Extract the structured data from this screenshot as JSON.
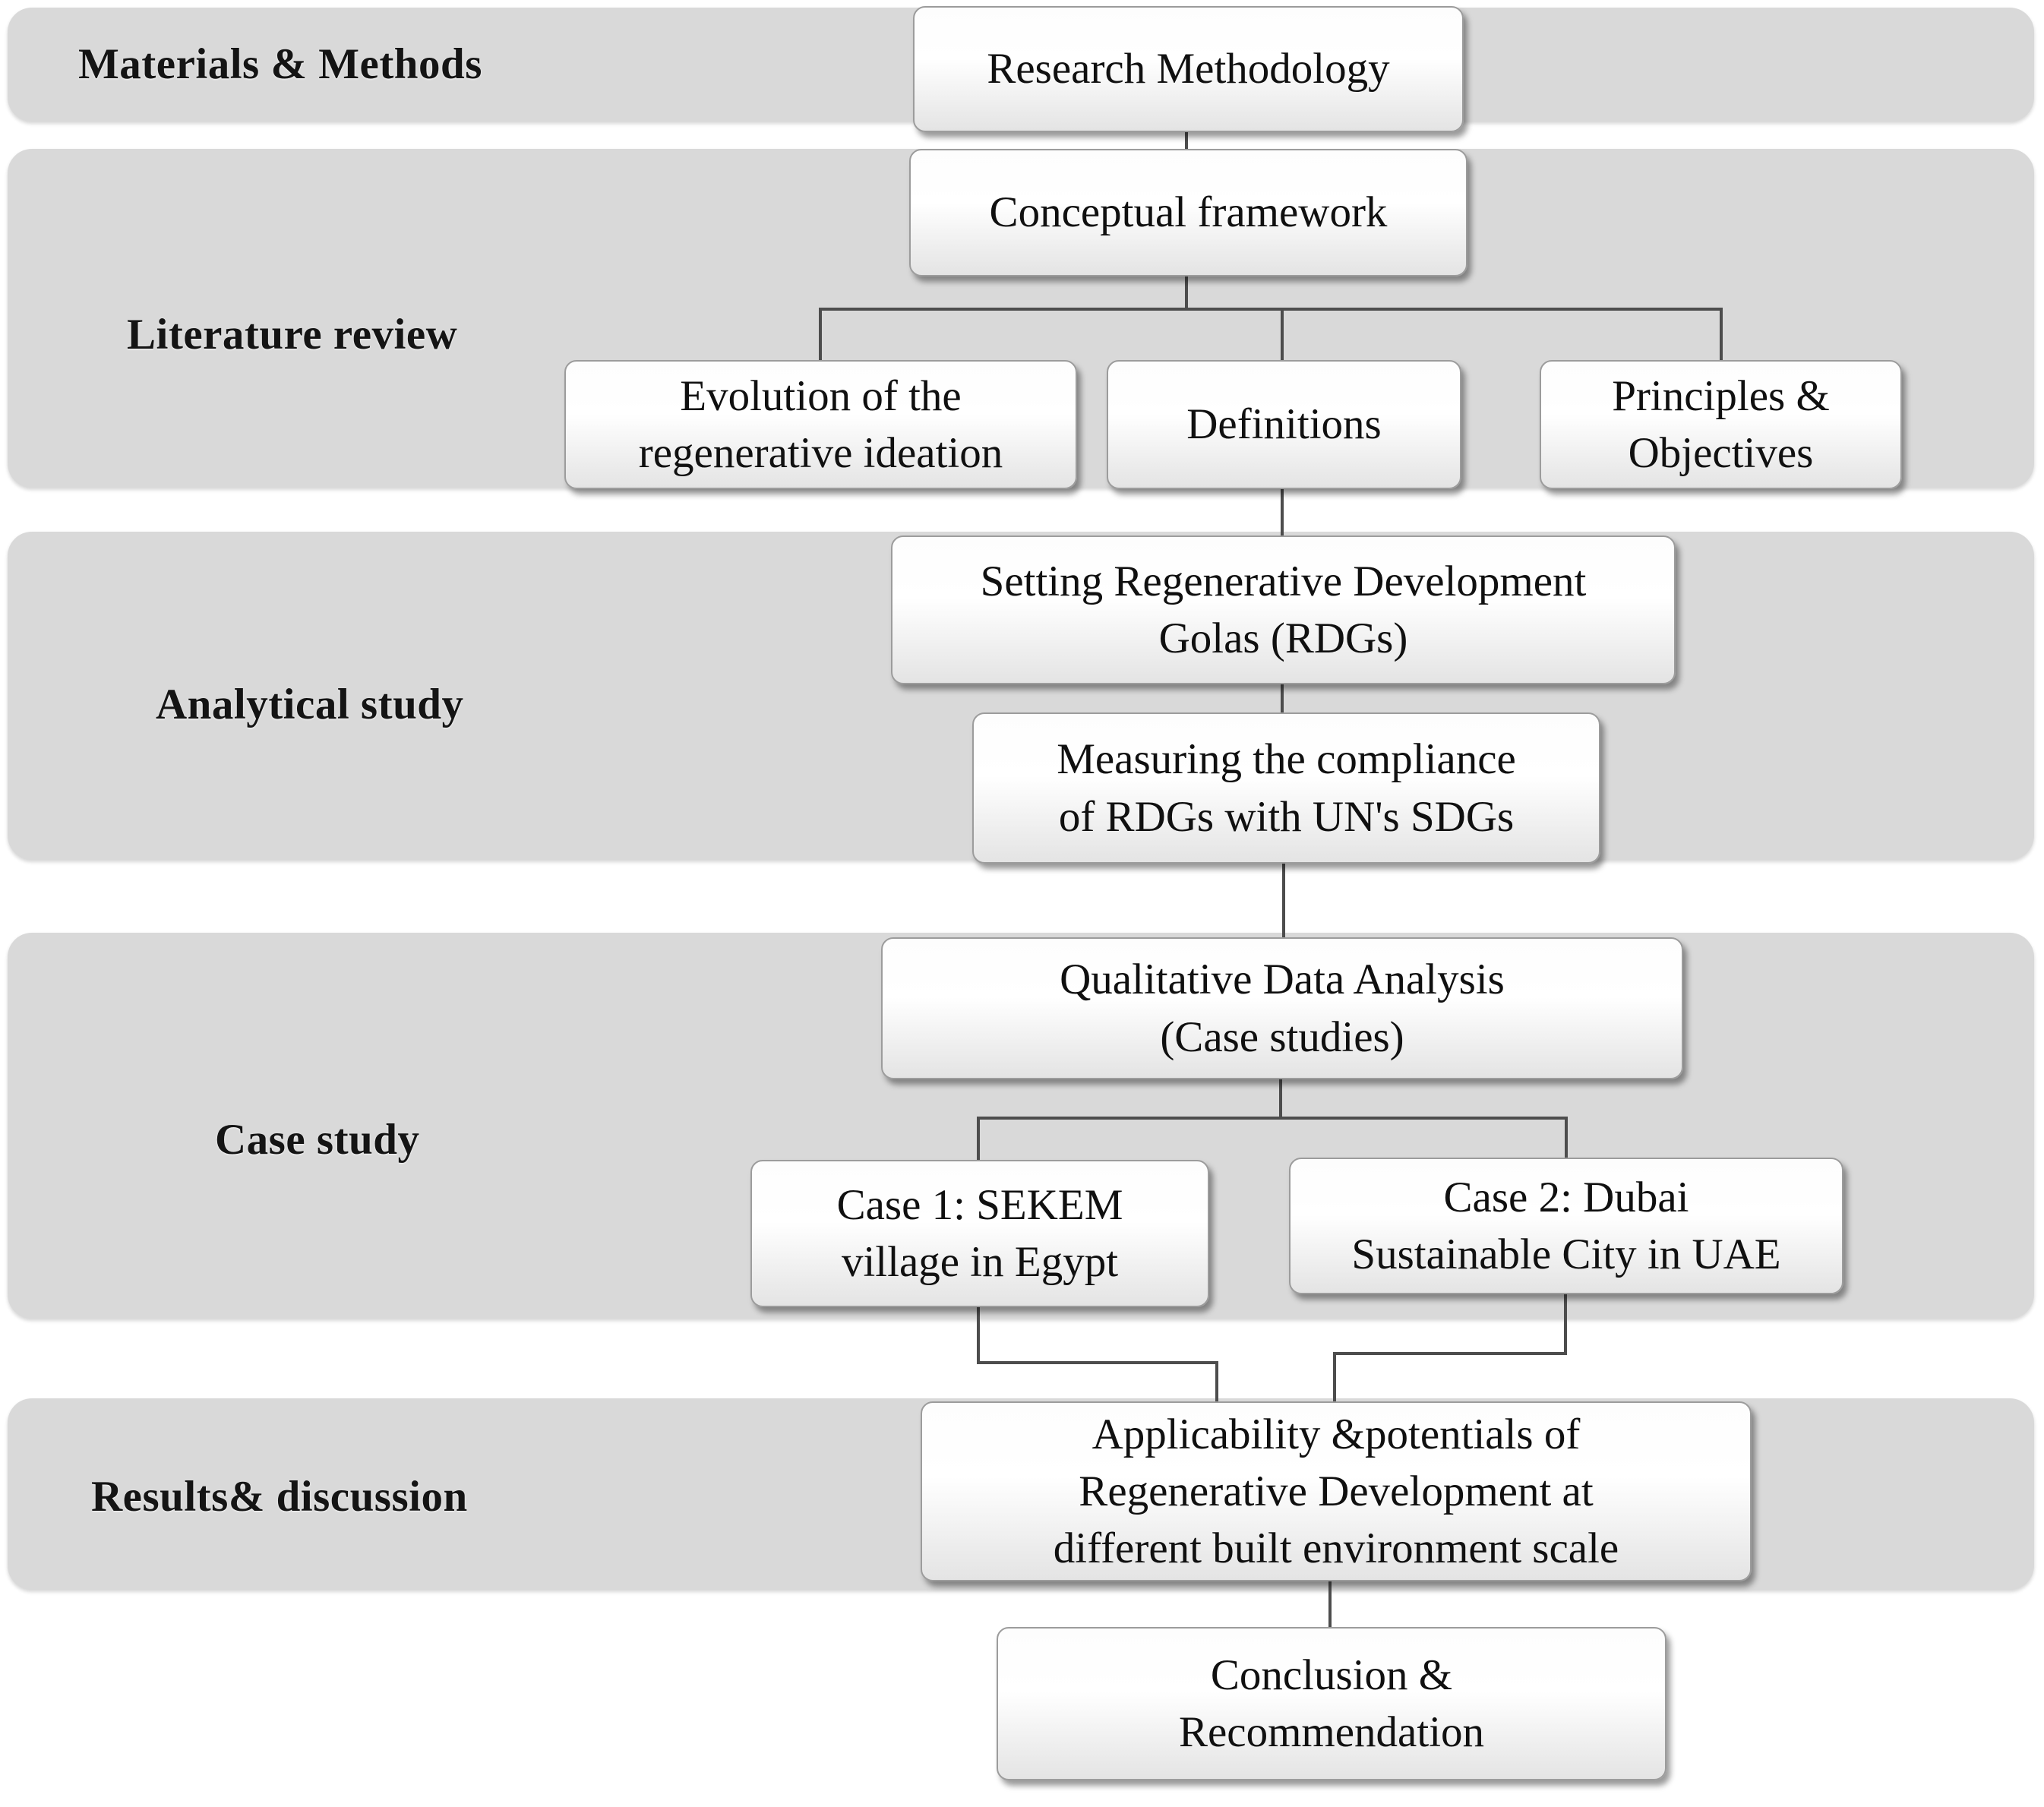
{
  "bands": {
    "materials": {
      "label": "Materials & Methods"
    },
    "literature": {
      "label": "Literature review"
    },
    "analytical": {
      "label": "Analytical study"
    },
    "case": {
      "label": "Case study"
    },
    "results": {
      "label": "Results& discussion"
    }
  },
  "boxes": {
    "research_methodology": {
      "lines": [
        "Research Methodology"
      ]
    },
    "conceptual_framework": {
      "lines": [
        "Conceptual framework"
      ]
    },
    "evolution": {
      "lines": [
        "Evolution of the",
        "regenerative ideation"
      ]
    },
    "definitions": {
      "lines": [
        "Definitions"
      ]
    },
    "principles": {
      "lines": [
        "Principles &",
        "Objectives"
      ]
    },
    "setting_rdg": {
      "lines": [
        "Setting Regenerative Development",
        "Golas (RDGs)"
      ]
    },
    "measuring": {
      "lines": [
        "Measuring the compliance",
        "of RDGs with UN's SDGs"
      ]
    },
    "qualitative": {
      "lines": [
        "Qualitative Data Analysis",
        "(Case studies)"
      ]
    },
    "case1": {
      "lines": [
        "Case 1: SEKEM",
        "village in Egypt"
      ]
    },
    "case2": {
      "lines": [
        "Case 2: Dubai",
        "Sustainable City in UAE"
      ]
    },
    "applicability": {
      "lines": [
        "Applicability &potentials of",
        "Regenerative Development at",
        "different built environment scale"
      ]
    },
    "conclusion": {
      "lines": [
        "Conclusion &",
        "Recommendation"
      ]
    }
  },
  "colors": {
    "band_fill": "#d9d9d9",
    "box_border": "#9c9c9c",
    "connector": "#4d4d4d",
    "text": "#0f0f0f",
    "background": "#ffffff"
  }
}
